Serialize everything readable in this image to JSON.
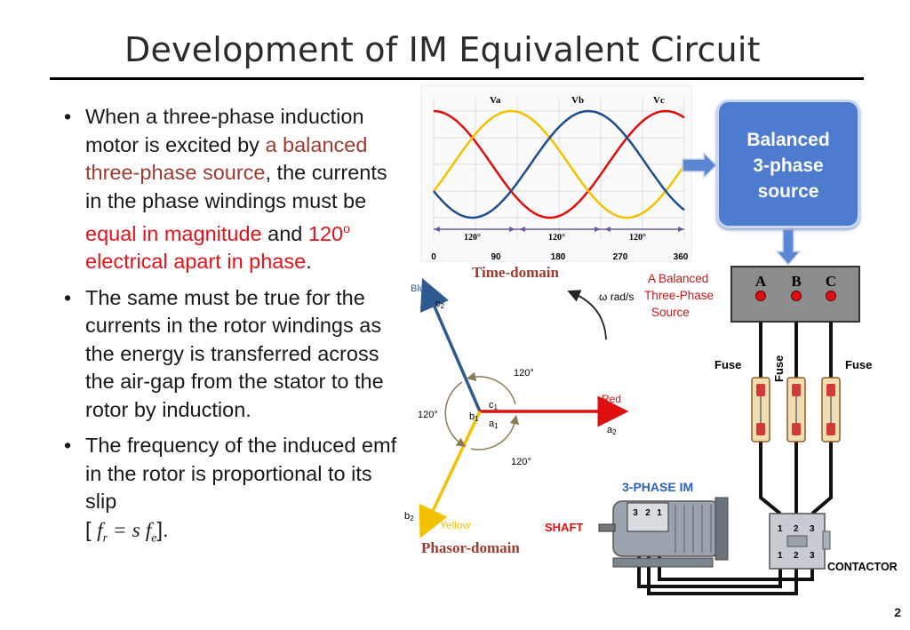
{
  "title": "Development of IM Equivalent Circuit",
  "page_number": "2",
  "bullets": {
    "b1": {
      "t1": "When a three-phase induction motor is excited by ",
      "t2": "a balanced three-phase source",
      "t3": ", the currents in the phase windings must be ",
      "t4": "equal in magnitude",
      "t5": " and ",
      "t6": "120",
      "t6_sup": "o",
      "t7": "electrical apart in phase",
      "t8": "."
    },
    "b2": "The same must be true for the currents in the rotor windings as the energy is transferred across the air-gap from the stator to the rotor by induction.",
    "b3": {
      "t1": "The frequency of the induced emf in the rotor is proportional to its slip",
      "f_open": "[ ",
      "f_r": "f",
      "f_r_sub": "r",
      "f_eq": " = s ",
      "f_e": "f",
      "f_e_sub": "e",
      "f_close": "]."
    }
  },
  "time_domain": {
    "wave_labels": [
      "Va",
      "Vb",
      "Vc"
    ],
    "interval_labels": [
      "120°",
      "120°",
      "120°"
    ],
    "x_ticks": [
      "0",
      "90",
      "180",
      "270",
      "360"
    ],
    "caption": "Time-domain",
    "colors": {
      "Va": "#e00d0d",
      "Vb": "#f2c200",
      "Vc": "#1f4e8c"
    }
  },
  "balanced_box": {
    "line1": "Balanced",
    "line2": "3-phase",
    "line3": "source"
  },
  "phasor": {
    "blue_label": "Blue",
    "c2": "c",
    "c2_sub": "2",
    "c1": "c",
    "c1_sub": "1",
    "b1": "b",
    "b1_sub": "1",
    "a1": "a",
    "a1_sub": "1",
    "red_label": "Red",
    "a2": "a",
    "a2_sub": "2",
    "b2": "b",
    "b2_sub": "2",
    "yellow_label": "Yellow",
    "angle_top": "120°",
    "angle_left": "120°",
    "angle_bottom": "120°",
    "omega": "ω rad/s",
    "caption": "Phasor-domain"
  },
  "circuit": {
    "source_label_1": "A Balanced",
    "source_label_2": "Three-Phase",
    "source_label_3": "Source",
    "terminals": [
      "A",
      "B",
      "C"
    ],
    "fuse_left": "Fuse",
    "fuse_mid": "Fuse",
    "fuse_right": "Fuse",
    "motor_label": "3-PHASE IM",
    "motor_terminals": [
      "3",
      "2",
      "1"
    ],
    "shaft": "SHAFT",
    "contactor_top": [
      "1",
      "2",
      "3"
    ],
    "contactor_bottom": [
      "1",
      "2",
      "3"
    ],
    "contactor_label": "CONTACTOR"
  }
}
